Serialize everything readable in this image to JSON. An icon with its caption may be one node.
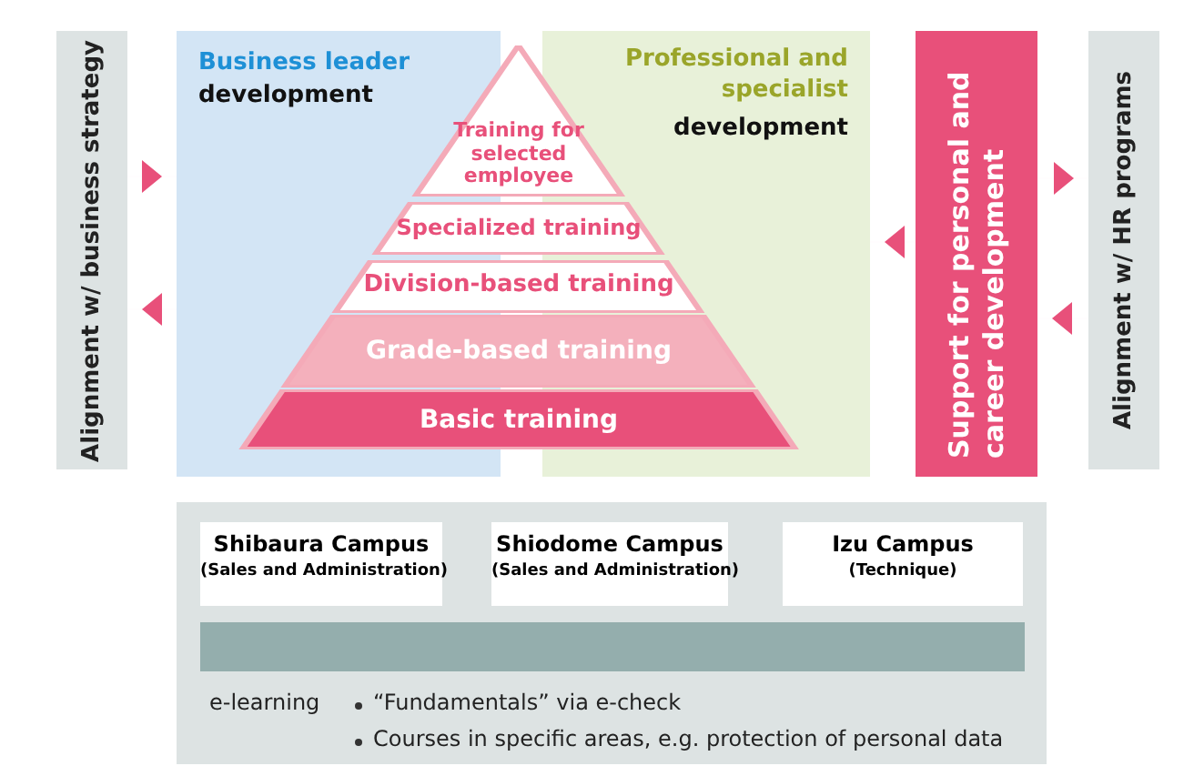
{
  "diagram": {
    "nodes": [
      {
        "text": [
          "Alignment w/ business strategy"
        ]
      },
      {
        "text": [
          "Business leader",
          "development"
        ]
      },
      {
        "text": [
          "Professional and specialist",
          "development"
        ]
      },
      {
        "text": [
          "Training for selected employee"
        ]
      },
      {
        "text": [
          "Specialized training"
        ]
      },
      {
        "text": [
          "Division-based training"
        ]
      },
      {
        "text": [
          "Grade-based training"
        ]
      },
      {
        "text": [
          "Basic training"
        ]
      },
      {
        "text": [
          "Support for personal and career development"
        ]
      },
      {
        "text": [
          "Alignment w/ HR programs"
        ]
      },
      {
        "text": [],
        "shape": "box"
      },
      {
        "text": [
          "Shibaura Campus",
          "(Sales and Administration)"
        ],
        "in": 10
      },
      {
        "text": [
          "Shiodome Campus",
          "(Sales and Administration)"
        ],
        "in": 10
      },
      {
        "text": [
          "Izu Campus",
          "(Technique)"
        ],
        "in": 10
      },
      {
        "text": [],
        "shape": "bar",
        "in": 10
      }
    ],
    "edges": [
      {
        "from": 0,
        "to": 1,
        "arrow": "to"
      },
      {
        "from": 1,
        "to": 0,
        "arrow": "to"
      },
      {
        "from": 8,
        "to": 2,
        "arrow": "to"
      },
      {
        "from": 8,
        "to": 9,
        "arrow": "to"
      },
      {
        "from": 9,
        "to": 8,
        "arrow": "to"
      }
    ],
    "labels": [
      "e-learning",
      "“Fundamentals” via e-check",
      "Courses in specific areas, e.g. protection of personal data"
    ]
  }
}
